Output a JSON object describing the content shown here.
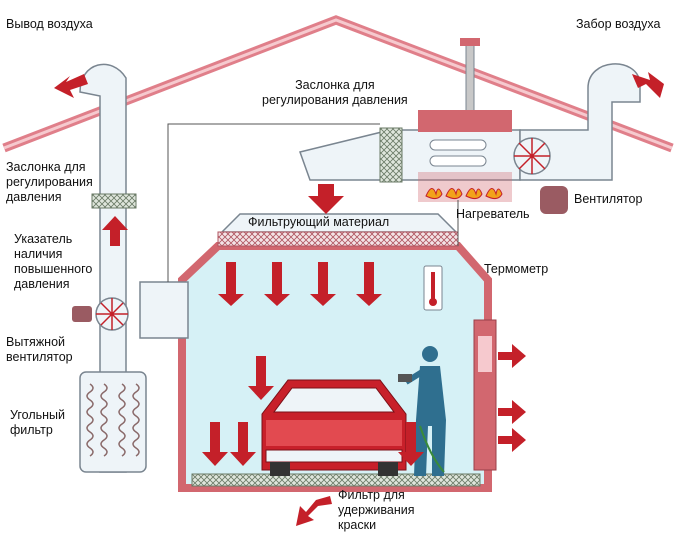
{
  "labels": {
    "air_outlet": "Вывод воздуха",
    "air_intake": "Забор воздуха",
    "damper_top": "Заслонка для\nрегулирования давления",
    "damper_left": "Заслонка для\nрегулирования\nдавления",
    "filter_material": "Фильтрующий материал",
    "heater": "Нагреватель",
    "fan": "Вентилятор",
    "thermometer": "Термометр",
    "pressure_indicator": "Указатель\nналичия\nповышенного\nдавления",
    "exhaust_fan": "Вытяжной\nвентилятор",
    "carbon_filter": "Угольный\nфильтр",
    "paint_filter": "Фильтр для\nудерживания\nкраски"
  },
  "colors": {
    "roof": "#e07f8a",
    "duct_fill": "#eef4f8",
    "duct_stroke": "#7a8590",
    "wall": "#d2676f",
    "arrow": "#c42029",
    "cabin_fill": "#d6f1f6",
    "car": "#c8202a",
    "flame": "#f2a31a",
    "filter_green": "#8fbf8f"
  },
  "icons": [
    "arrow-outlet-icon",
    "arrow-intake-icon",
    "fan-icon",
    "heater-flame-icon",
    "thermometer-icon",
    "car-icon",
    "painter-icon",
    "door-icon"
  ]
}
